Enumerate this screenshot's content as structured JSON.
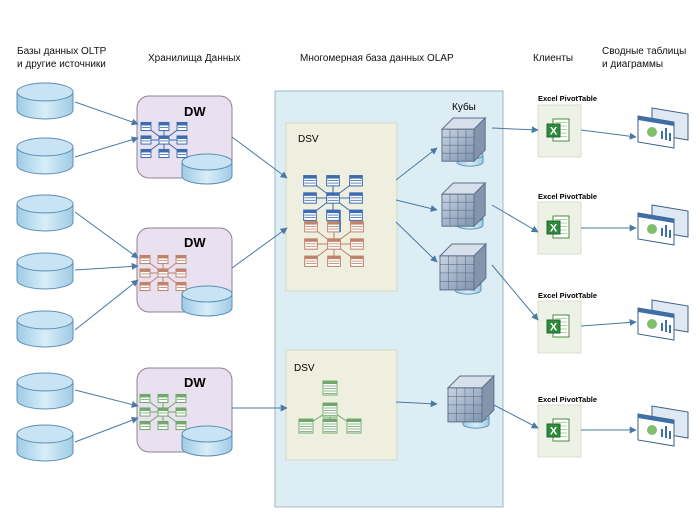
{
  "headers": {
    "sources": "Базы данных OLTP\nи другие источники",
    "warehouses": "Хранилища Данных",
    "olap": "Многомерная база данных OLAP",
    "clients": "Клиенты",
    "pivots": "Сводные таблицы\nи диаграммы"
  },
  "labels": {
    "dw": "DW",
    "dsv": "DSV",
    "cubes": "Кубы",
    "excel_pivot": "Excel PivotTable"
  },
  "colors": {
    "cylinder_fill": "#c8e3f3",
    "cylinder_stroke": "#5f8fb3",
    "dw_box_fill": "#e9e1ef",
    "dw_box_stroke": "#8c8296",
    "olap_fill": "#dcedf3",
    "olap_stroke": "#9fb8c4",
    "dsv_fill": "#efefe0",
    "cube_fill": "#a9b8cc",
    "table_blue": "#3b6bb0",
    "table_red": "#c0826a",
    "table_green": "#6fa86a",
    "arrow": "#4a79a5"
  }
}
